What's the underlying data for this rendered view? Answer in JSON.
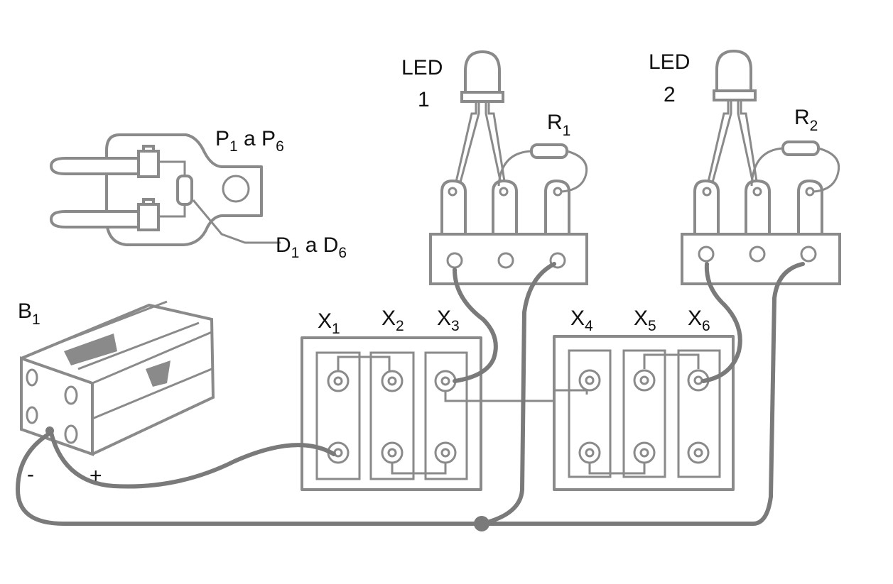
{
  "title": "LED lamp circuit wiring diagram",
  "labels": {
    "plug": {
      "main": "P",
      "sub1": "1",
      "mid": " a P",
      "sub2": "6"
    },
    "diode": {
      "main": "D",
      "sub1": "1",
      "mid": " a D",
      "sub2": "6"
    },
    "led1": {
      "line1": "LED",
      "line2": "1"
    },
    "led2": {
      "line1": "LED",
      "line2": "2"
    },
    "r1": {
      "main": "R",
      "sub": "1"
    },
    "r2": {
      "main": "R",
      "sub": "2"
    },
    "battery": {
      "main": "B",
      "sub": "1"
    },
    "minus": "-",
    "plus": "+",
    "x1": {
      "main": "X",
      "sub": "1"
    },
    "x2": {
      "main": "X",
      "sub": "2"
    },
    "x3": {
      "main": "X",
      "sub": "3"
    },
    "x4": {
      "main": "X",
      "sub": "4"
    },
    "x5": {
      "main": "X",
      "sub": "5"
    },
    "x6": {
      "main": "X",
      "sub": "6"
    }
  },
  "components": [
    {
      "id": "P1-P6",
      "type": "plug with diode"
    },
    {
      "id": "D1-D6",
      "type": "diode"
    },
    {
      "id": "LED1",
      "type": "LED"
    },
    {
      "id": "LED2",
      "type": "LED"
    },
    {
      "id": "R1",
      "type": "resistor"
    },
    {
      "id": "R2",
      "type": "resistor"
    },
    {
      "id": "B1",
      "type": "battery holder"
    },
    {
      "id": "X1-X3",
      "type": "jack block"
    },
    {
      "id": "X4-X6",
      "type": "jack block"
    }
  ],
  "colors": {
    "line": "#8a8a8a",
    "wire": "#7a7a7a",
    "text": "#111111",
    "background": "#ffffff"
  }
}
